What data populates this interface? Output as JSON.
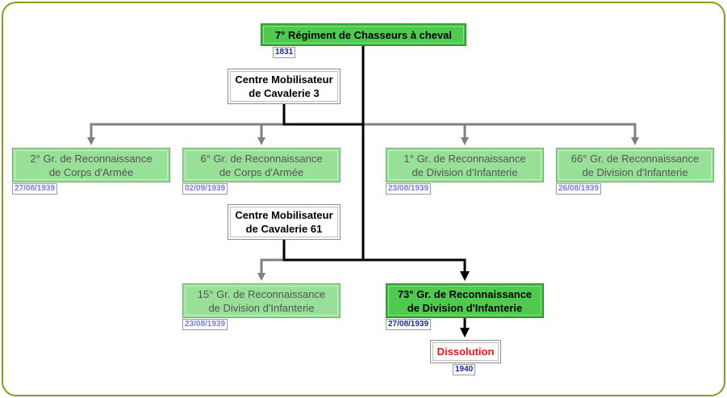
{
  "diagram": {
    "root": {
      "label": "7° Régiment de Chasseurs à cheval",
      "date": "1831"
    },
    "mobilisateur_3": {
      "line1": "Centre Mobilisateur",
      "line2": "de Cavalerie 3"
    },
    "mobilisateur_61": {
      "line1": "Centre Mobilisateur",
      "line2": "de Cavalerie 61"
    },
    "units": [
      {
        "line1": "2° Gr. de Reconnaissance",
        "line2": "de Corps d'Armée",
        "date": "27/08/1939"
      },
      {
        "line1": "6° Gr. de Reconnaissance",
        "line2": "de Corps d'Armée",
        "date": "02/09/1939"
      },
      {
        "line1": "1° Gr. de Reconnaissance",
        "line2": "de Division d'Infanterie",
        "date": "23/08/1939"
      },
      {
        "line1": "66° Gr. de Reconnaissance",
        "line2": "de Division d'Infanterie",
        "date": "26/08/1939"
      },
      {
        "line1": "15° Gr. de Reconnaissance",
        "line2": "de Division d'Infanterie",
        "date": "23/08/1939"
      },
      {
        "line1": "73° Gr. de Reconnaissance",
        "line2": "de Division d'Infanterie",
        "date": "27/08/1939"
      }
    ],
    "dissolution": {
      "label": "Dissolution",
      "date": "1940"
    }
  },
  "colors": {
    "frame": "#8a9a1e",
    "active_green": "#4ecb4e",
    "light_green": "#98e098",
    "active_line": "#000000",
    "inactive_line": "#808080",
    "dissolution_text": "#e11919",
    "date_active": "#1a24b0",
    "date_muted": "#7b7be0"
  }
}
